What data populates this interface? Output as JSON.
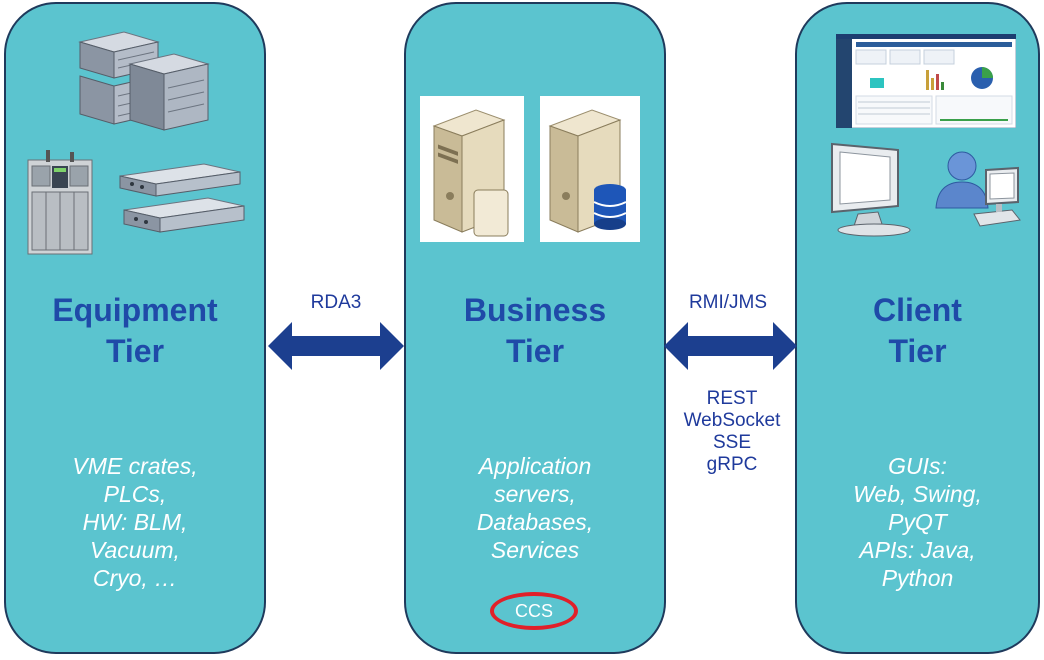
{
  "tiers": {
    "equipment": {
      "title_line1": "Equipment",
      "title_line2": "Tier",
      "desc": [
        "VME crates,",
        "PLCs,",
        "HW: BLM,",
        "Vacuum,",
        "Cryo, …"
      ]
    },
    "business": {
      "title_line1": "Business",
      "title_line2": "Tier",
      "desc": [
        "Application",
        "servers,",
        "Databases,",
        "Services"
      ],
      "highlight": "CCS"
    },
    "client": {
      "title_line1": "Client",
      "title_line2": "Tier",
      "desc": [
        "GUIs:",
        "Web, Swing,",
        "PyQT",
        "APIs: Java,",
        "Python"
      ]
    }
  },
  "connections": {
    "left": {
      "label": "RDA3"
    },
    "right": {
      "label": "RMI/JMS",
      "sub": [
        "REST",
        "WebSocket",
        "SSE",
        "gRPC"
      ]
    }
  },
  "colors": {
    "panel": "#5bc4cf",
    "panel_border": "#1f3a5c",
    "title": "#1f4aa8",
    "arrow": "#1c3f8f",
    "highlight_ring": "#e0202a"
  },
  "icons": {
    "equipment": [
      "server-rack-icon",
      "plc-icon",
      "power-supply-icon"
    ],
    "business": [
      "server-icon",
      "database-server-icon"
    ],
    "client": [
      "dashboard-screenshot",
      "monitor-icon",
      "user-workstation-icon"
    ]
  }
}
